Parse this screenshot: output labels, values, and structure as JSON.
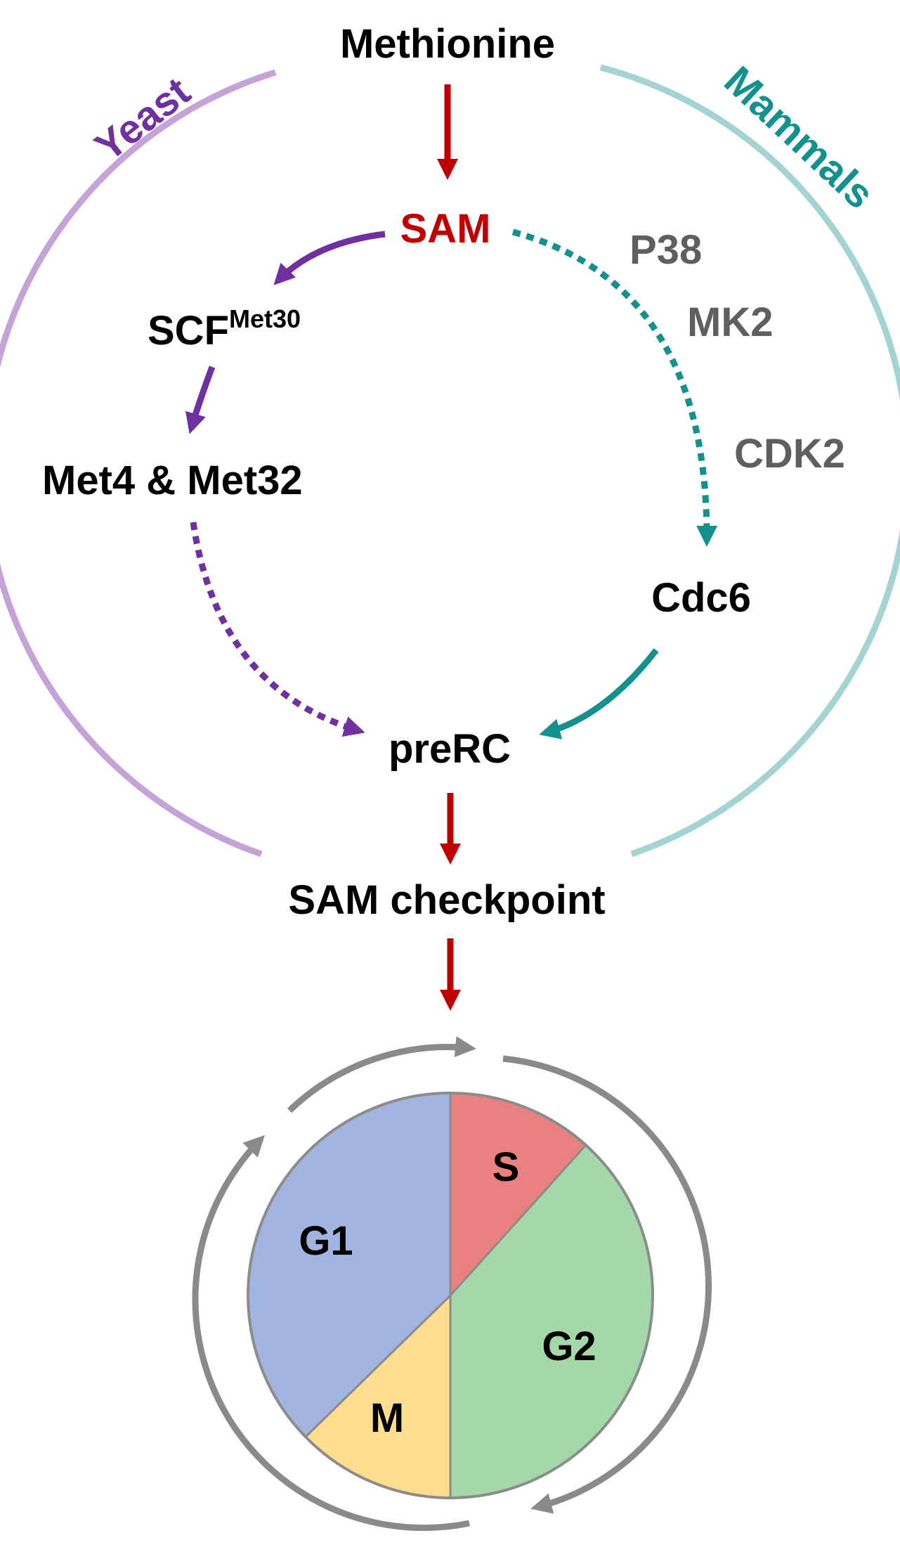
{
  "regions": {
    "yeast_label": "Yeast",
    "mammals_label": "Mammals"
  },
  "nodes": {
    "methionine": "Methionine",
    "sam": "SAM",
    "scf": "SCF",
    "scf_superscript": "Met30",
    "met4_met32": "Met4 & Met32",
    "cdc6": "Cdc6",
    "prerc": "preRC",
    "sam_checkpoint": "SAM checkpoint"
  },
  "kinases": [
    "P38",
    "MK2",
    "CDK2"
  ],
  "cell_cycle": {
    "phases": [
      {
        "label": "S",
        "color": "#e8817f"
      },
      {
        "label": "G2",
        "color": "#a4d8a8"
      },
      {
        "label": "M",
        "color": "#ffdd8e"
      },
      {
        "label": "G1",
        "color": "#a2b5e0"
      }
    ]
  },
  "colors": {
    "main_path": "#c00000",
    "yeast": "#7030a0",
    "yeast_arc": "#c5a3d9",
    "mammals": "#12918f",
    "mammals_arc": "#a3d3d2",
    "cycle_arrows": "#8a8a8a",
    "kinase_text": "#5f5f5f"
  },
  "icons": {
    "solid_arrow": "arrow-icon",
    "dotted_arrow": "dotted-arrow-icon",
    "cycle_arrow": "cycle-arrow-icon"
  }
}
